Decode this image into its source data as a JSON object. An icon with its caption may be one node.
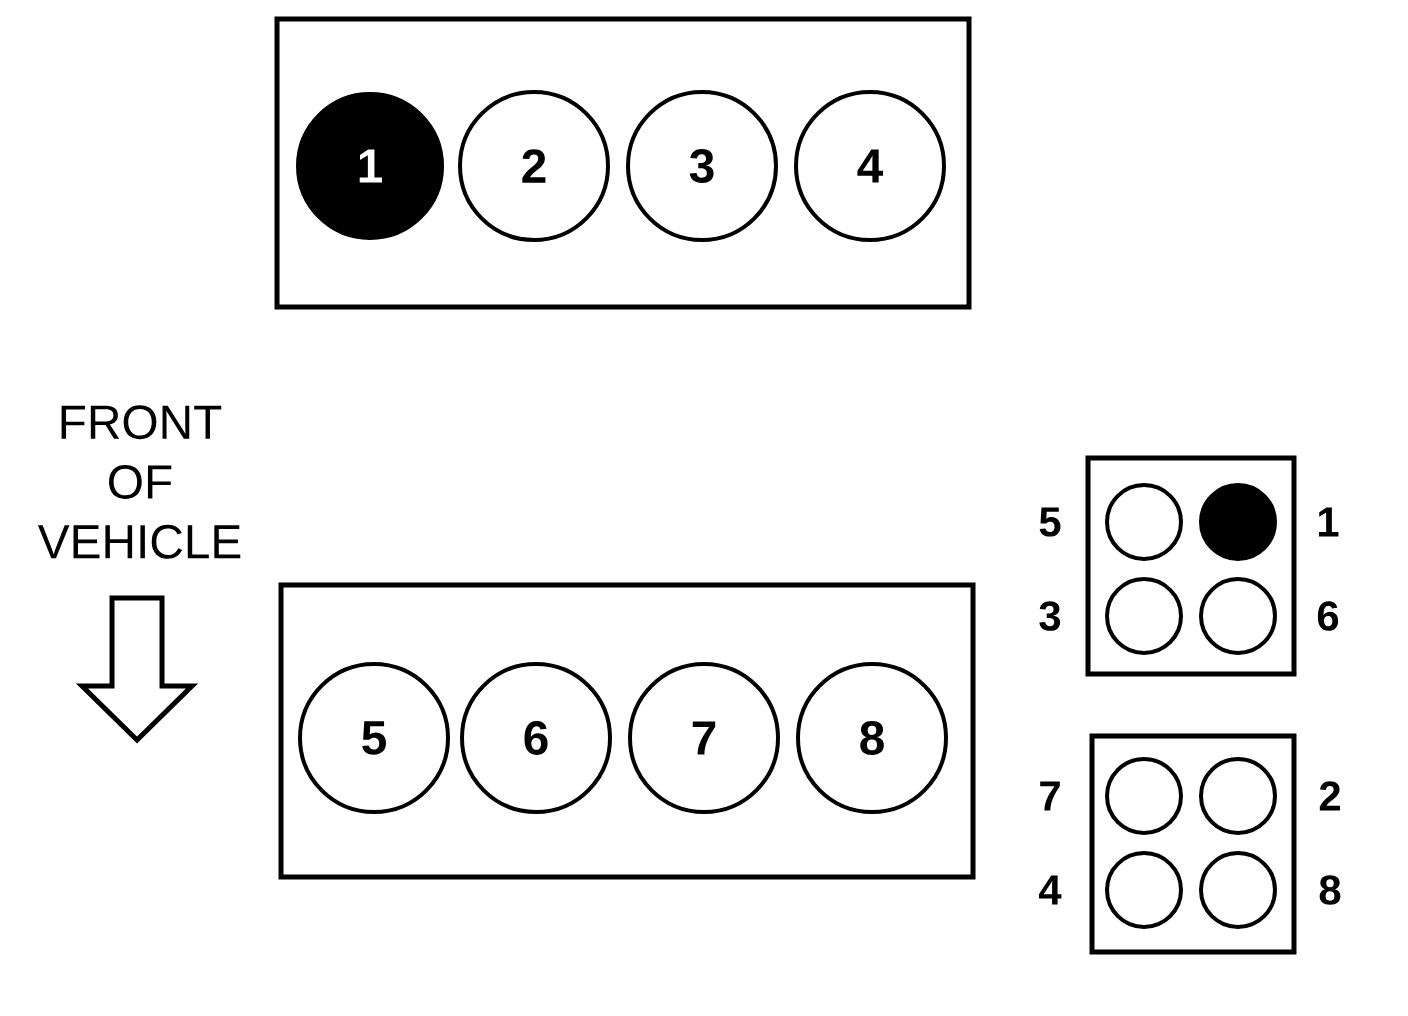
{
  "diagram": {
    "nodes": [
      {
        "text": [],
        "shape": "box"
      },
      {
        "text": [
          "1"
        ],
        "in": 0
      },
      {
        "text": [
          "2"
        ],
        "in": 0
      },
      {
        "text": [
          "3"
        ],
        "in": 0
      },
      {
        "text": [
          "4"
        ],
        "in": 0
      },
      {
        "text": [],
        "shape": "box"
      },
      {
        "text": [
          "5"
        ],
        "in": 5
      },
      {
        "text": [
          "6"
        ],
        "in": 5
      },
      {
        "text": [
          "7"
        ],
        "in": 5
      },
      {
        "text": [
          "8"
        ],
        "in": 5
      },
      {
        "text": [],
        "shape": "box"
      },
      {
        "text": [],
        "shape": "circle",
        "in": 10,
        "beside": [
          "5"
        ]
      },
      {
        "text": [],
        "shape": "circle",
        "in": 10,
        "beside": [
          "1"
        ]
      },
      {
        "text": [],
        "shape": "circle",
        "in": 10,
        "beside": [
          "3"
        ]
      },
      {
        "text": [],
        "shape": "circle",
        "in": 10,
        "beside": [
          "6"
        ]
      },
      {
        "text": [],
        "shape": "box"
      },
      {
        "text": [],
        "shape": "circle",
        "in": 15,
        "beside": [
          "7"
        ]
      },
      {
        "text": [],
        "shape": "circle",
        "in": 15,
        "beside": [
          "2"
        ]
      },
      {
        "text": [],
        "shape": "circle",
        "in": 15,
        "beside": [
          "4"
        ]
      },
      {
        "text": [],
        "shape": "circle",
        "in": 15,
        "beside": [
          "8"
        ]
      }
    ],
    "labels": [
      "FRONT OF VEHICLE"
    ]
  }
}
